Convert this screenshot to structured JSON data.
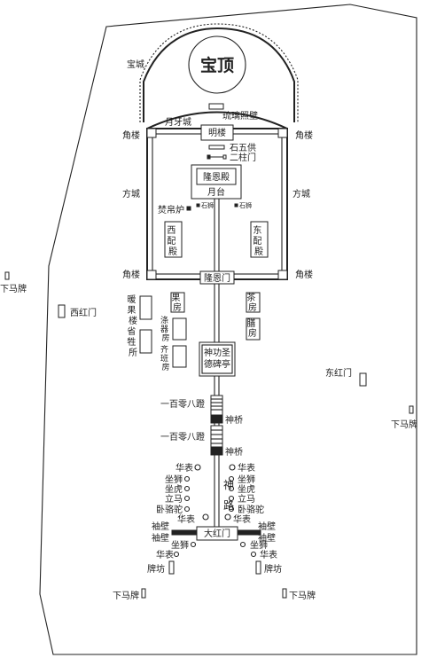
{
  "labels": {
    "baoding": "宝顶",
    "baocheng": "宝城",
    "liulizhaobi": "琉璃照壁",
    "yueyacheng": "月牙城",
    "minglou": "明楼",
    "jiaolou": "角楼",
    "shiwugong": "石五供",
    "erzhumen": "二柱门",
    "longendian": "隆恩殿",
    "yuetai": "月台",
    "fangcheng": "方城",
    "fenbolu": "焚帛炉",
    "shishi": "石狮",
    "xipeidian": "西配殿",
    "dongpeidian": "东配殿",
    "longenmen": "隆恩门",
    "ximen": "西红门",
    "dongmen": "东红门",
    "xiamapai": "下马牌",
    "chaguolou": "暖果楼",
    "guofang": "果房",
    "chafang": "茶房",
    "shanfang": "膳房",
    "xixiqifang": "涤器房",
    "shengsheng": "省牲所",
    "qibanfang": "齐班房",
    "shengongtingbeiting": "神功圣德碑亭",
    "yibailingbadeng": "一百零八蹬",
    "shenqiao": "神桥",
    "shenlu": "神路",
    "huabiao": "华表",
    "zuoshi": "坐狮",
    "zuohu": "坐虎",
    "lima": "立马",
    "woluotuo": "卧骆驼",
    "xiubi": "袖壁",
    "dahongmen": "大红门",
    "paifang": "牌坊"
  }
}
